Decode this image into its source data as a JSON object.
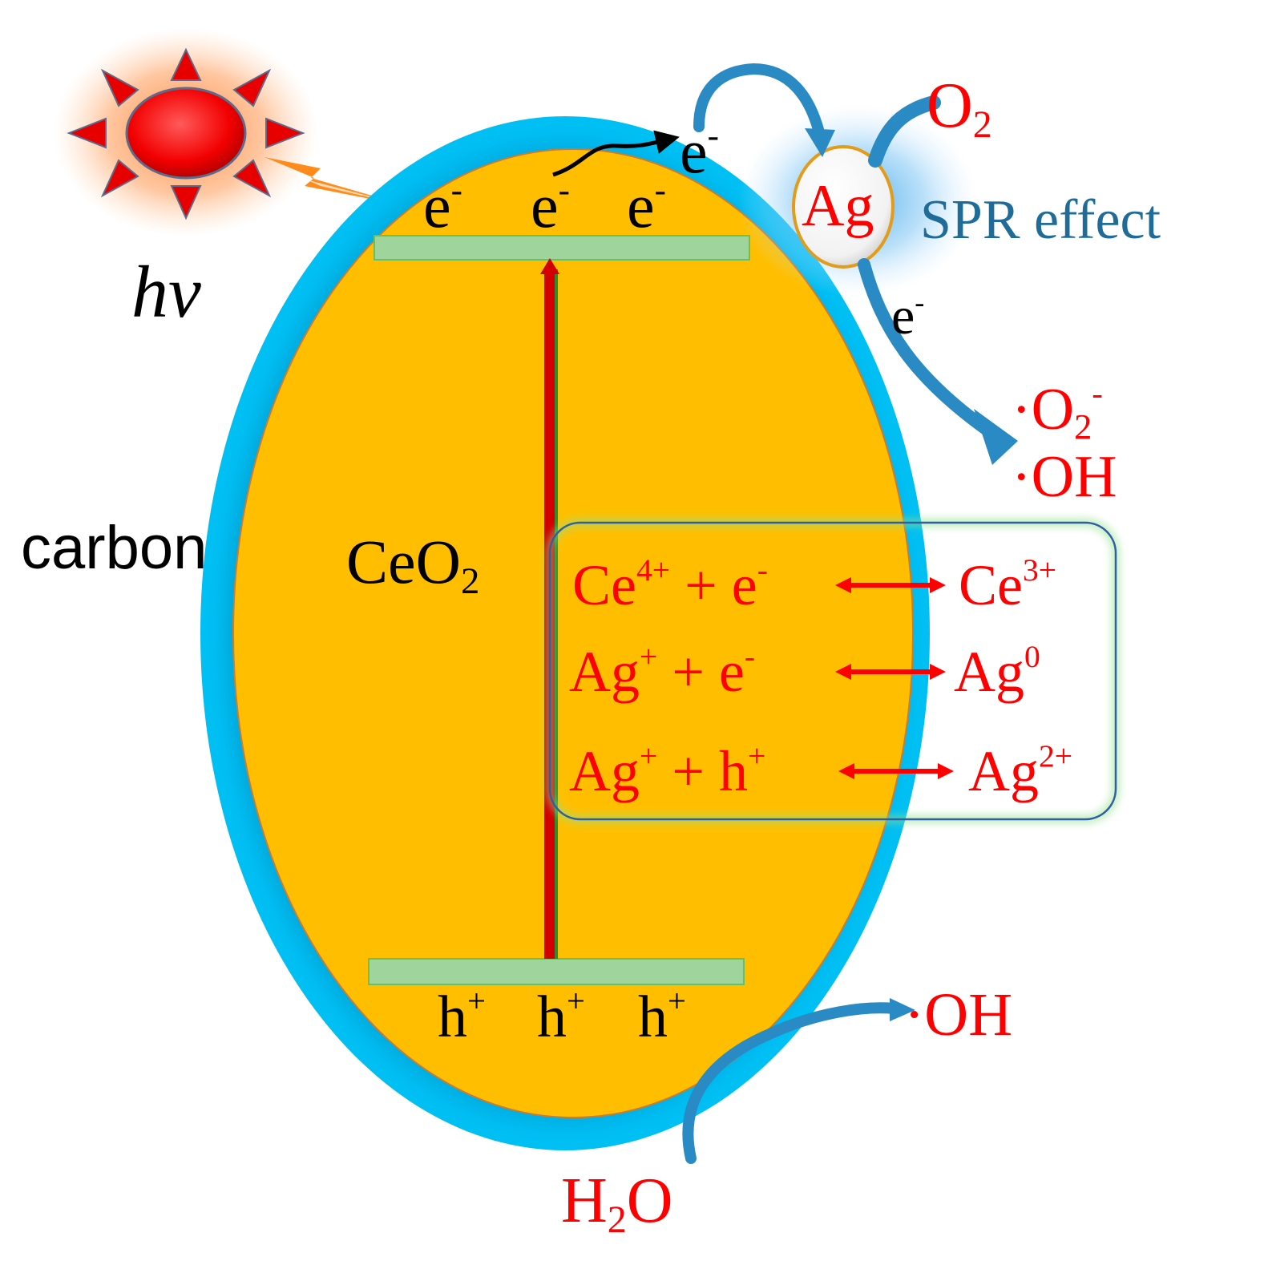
{
  "labels": {
    "hv": "hv",
    "carbon": "carbon",
    "ceo2": {
      "main": "CeO",
      "sub": "2"
    },
    "spr_effect": "SPR effect",
    "ag_particle": "Ag",
    "o2": {
      "main": "O",
      "sub": "2"
    },
    "superoxide": {
      "dot": "·",
      "main": "O",
      "sub": "2",
      "sup": "-"
    },
    "hydroxyl_top": "·OH",
    "hydroxyl_bottom": "·OH",
    "h2o": {
      "h": "H",
      "sub": "2",
      "o": "O"
    },
    "electron": {
      "base": "e",
      "sup": "-"
    },
    "hole": {
      "base": "h",
      "sup": "+"
    }
  },
  "reactions": [
    {
      "left": "Ce",
      "left_sup": "4+",
      "plus": " + ",
      "carrier": "e",
      "carrier_sup": "-",
      "right": "Ce",
      "right_sup": "3+"
    },
    {
      "left": "Ag",
      "left_sup": "+",
      "plus": " + ",
      "carrier": "e",
      "carrier_sup": "-",
      "right": "Ag",
      "right_sup": "0"
    },
    {
      "left": "Ag",
      "left_sup": "+",
      "plus": " + ",
      "carrier": "h",
      "carrier_sup": "+",
      "right": "Ag",
      "right_sup": "2+"
    }
  ],
  "colors": {
    "shell": "#00bff3",
    "core": "#ffbf00",
    "band": "#9fd49d",
    "reaction_text": "#ff0000",
    "arrow_blue": "#2a8ac4",
    "spr_text": "#1f6c98",
    "box_border": "#2f5fa0"
  }
}
